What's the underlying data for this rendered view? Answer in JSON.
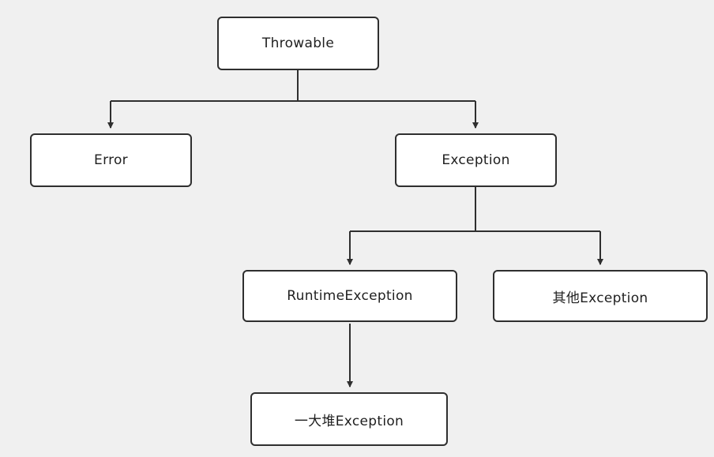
{
  "diagram": {
    "type": "flowchart-hierarchy",
    "title": "Throwable exception hierarchy",
    "colors": {
      "background": "#f0f0f0",
      "node_fill": "#ffffff",
      "node_border": "#2f2f2f",
      "edge": "#2f2f2f",
      "text": "#1f1f1f"
    },
    "nodes": [
      {
        "id": "throwable",
        "label": "Throwable"
      },
      {
        "id": "error",
        "label": "Error"
      },
      {
        "id": "exception",
        "label": "Exception"
      },
      {
        "id": "runtime-exception",
        "label": "RuntimeException"
      },
      {
        "id": "other-exception",
        "label": "其他Exception"
      },
      {
        "id": "pile-of-exceptions",
        "label": "一大堆Exception"
      }
    ],
    "edges": [
      {
        "from": "throwable",
        "to": "error",
        "style": "elbow-arrow"
      },
      {
        "from": "throwable",
        "to": "exception",
        "style": "elbow-arrow"
      },
      {
        "from": "exception",
        "to": "runtime-exception",
        "style": "elbow-arrow"
      },
      {
        "from": "exception",
        "to": "other-exception",
        "style": "elbow-arrow"
      },
      {
        "from": "runtime-exception",
        "to": "pile-of-exceptions",
        "style": "straight-arrow"
      }
    ]
  }
}
